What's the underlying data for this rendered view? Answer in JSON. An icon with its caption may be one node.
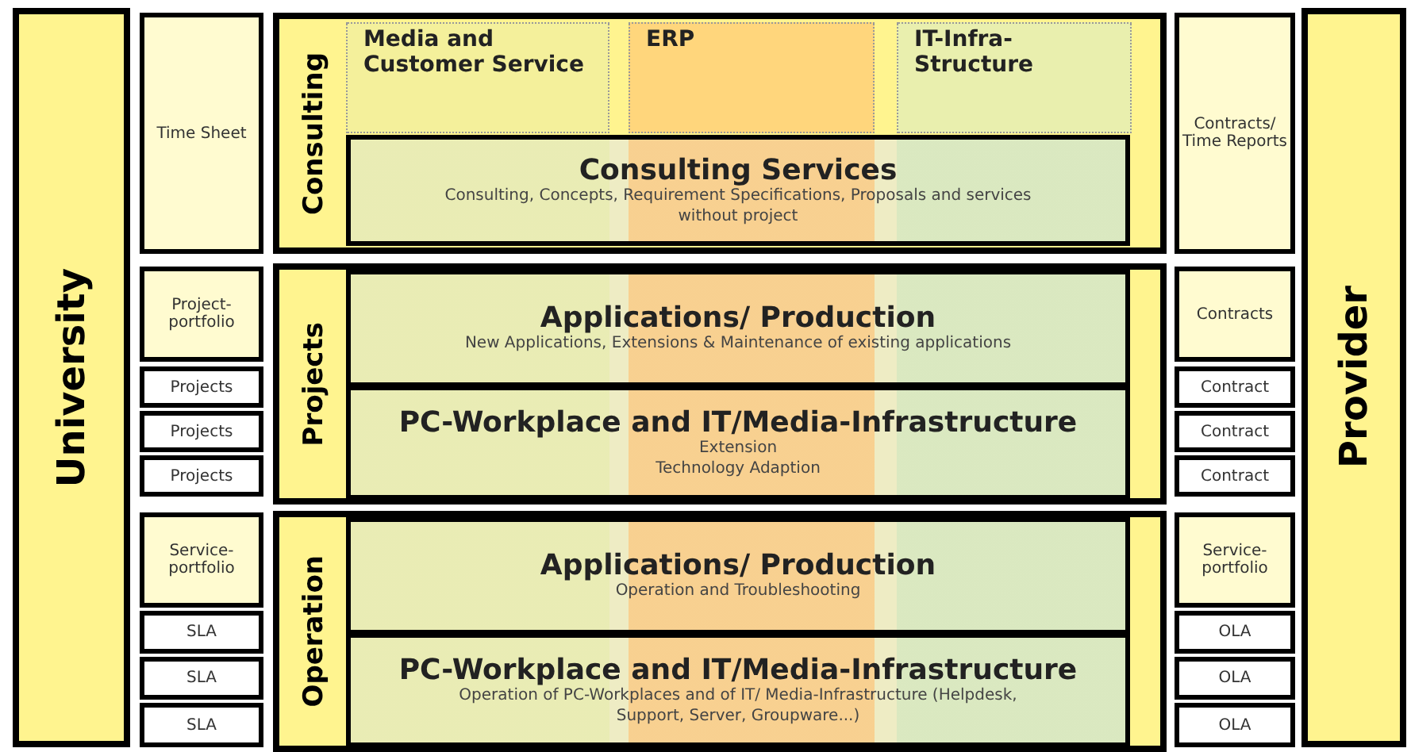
{
  "diagram": {
    "nodes": [
      {
        "text": [
          "University"
        ]
      },
      {
        "text": [
          "Time Sheet"
        ]
      },
      {
        "text": [
          "Project-portfolio"
        ]
      },
      {
        "text": [
          "Projects"
        ]
      },
      {
        "text": [
          "Projects"
        ]
      },
      {
        "text": [
          "Projects"
        ]
      },
      {
        "text": [
          "Service-portfolio"
        ]
      },
      {
        "text": [
          "SLA"
        ]
      },
      {
        "text": [
          "SLA"
        ]
      },
      {
        "text": [
          "SLA"
        ]
      },
      {
        "text": [
          "Consulting"
        ]
      },
      {
        "text": [
          "Media and Customer Service"
        ],
        "in": 10
      },
      {
        "text": [
          "ERP"
        ],
        "in": 10
      },
      {
        "text": [
          "IT-Infra-Structure"
        ],
        "in": 10
      },
      {
        "text": [
          "Consulting Services",
          "Consulting, Concepts, Requirement Specifications, Proposals and services without project"
        ],
        "in": 10
      },
      {
        "text": [
          "Projects"
        ]
      },
      {
        "text": [
          "Applications/ Production",
          "New Applications, Extensions & Maintenance of existing applications"
        ],
        "in": 15
      },
      {
        "text": [
          "PC-Workplace and IT/Media-Infrastructure",
          "Extension",
          "Technology Adaption"
        ],
        "in": 15
      },
      {
        "text": [
          "Operation"
        ]
      },
      {
        "text": [
          "Applications/ Production",
          "Operation and Troubleshooting"
        ],
        "in": 18
      },
      {
        "text": [
          "PC-Workplace and IT/Media-Infrastructure",
          "Operation of PC-Workplaces and of IT/ Media-Infrastructure (Helpdesk, Support, Server, Groupware...)"
        ],
        "in": 18
      },
      {
        "text": [
          "Contracts/ Time Reports"
        ]
      },
      {
        "text": [
          "Contracts"
        ]
      },
      {
        "text": [
          "Contract"
        ]
      },
      {
        "text": [
          "Contract"
        ]
      },
      {
        "text": [
          "Contract"
        ]
      },
      {
        "text": [
          "Service-portfolio"
        ]
      },
      {
        "text": [
          "OLA"
        ]
      },
      {
        "text": [
          "OLA"
        ]
      },
      {
        "text": [
          "OLA"
        ]
      },
      {
        "text": [
          "Provider"
        ]
      }
    ]
  }
}
